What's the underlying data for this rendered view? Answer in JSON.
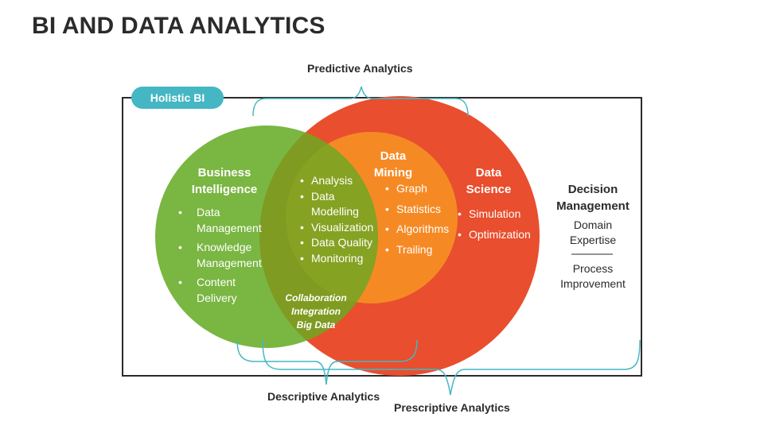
{
  "title": "BI AND DATA ANALYTICS",
  "holistic_label": "Holistic BI",
  "brace_labels": {
    "predictive": "Predictive Analytics",
    "descriptive": "Descriptive Analytics",
    "prescriptive": "Prescriptive Analytics"
  },
  "business_intelligence": {
    "heading": [
      "Business",
      "Intelligence"
    ],
    "items": [
      [
        "Data",
        "Management"
      ],
      [
        "Knowledge",
        "Management"
      ],
      [
        "Content",
        "Delivery"
      ]
    ]
  },
  "overlap": {
    "items": [
      "Analysis",
      "Data",
      "Modelling",
      "Visualization",
      "Data Quality",
      "Monitoring"
    ],
    "collaboration": [
      "Collaboration",
      "Integration",
      "Big Data"
    ]
  },
  "data_mining": {
    "heading": [
      "Data",
      "Mining"
    ],
    "items": [
      "Graph",
      "Statistics",
      "Algorithms",
      "Trailing"
    ]
  },
  "data_science": {
    "heading": [
      "Data",
      "Science"
    ],
    "items": [
      "Simulation",
      "Optimization"
    ]
  },
  "decision_management": {
    "heading": [
      "Decision",
      "Management"
    ],
    "line1": [
      "Domain",
      "Expertise"
    ],
    "line2": [
      "Process",
      "Improvement"
    ]
  },
  "colors": {
    "green": "#7ab642",
    "red": "#e94e2e",
    "orange": "#f58a25",
    "olive": "#7f9a21",
    "teal": "#45b7c4",
    "border": "#2b2b2b"
  }
}
